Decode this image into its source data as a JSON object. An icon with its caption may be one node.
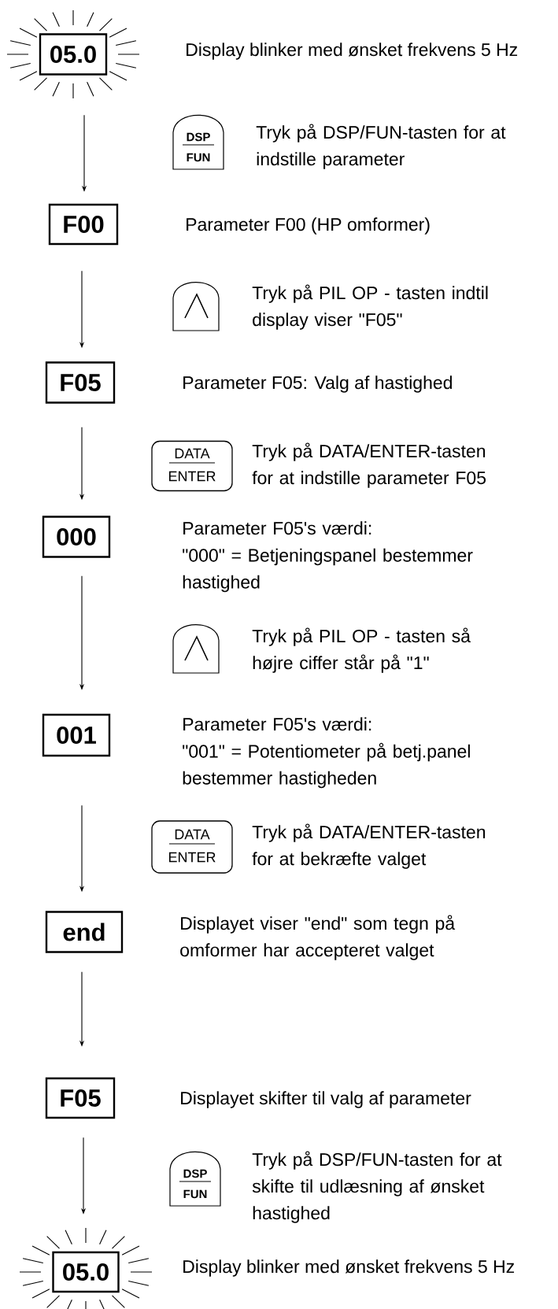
{
  "diagram": {
    "nodes": [
      {
        "text": [
          "05.0"
        ],
        "beside": [
          "Display blinker med ønsket frekvens 5 Hz"
        ]
      },
      {
        "text": [
          "DSP",
          "FUN"
        ],
        "beside": [
          "Tryk på DSP/FUN-tasten for at indstille parameter"
        ]
      },
      {
        "text": [
          "F00"
        ],
        "beside": [
          "Parameter F00 (HP omformer)"
        ]
      },
      {
        "text": [],
        "shape": "box",
        "beside": [
          "Tryk på PIL OP - tasten indtil display viser \"F05\""
        ]
      },
      {
        "text": [
          "F05"
        ],
        "beside": [
          "Parameter F05: Valg af hastighed"
        ]
      },
      {
        "text": [
          "DATA",
          "ENTER"
        ],
        "beside": [
          "Tryk på DATA/ENTER-tasten for at indstille parameter F05"
        ]
      },
      {
        "text": [
          "000"
        ],
        "beside": [
          "Parameter F05's værdi:",
          "\"000\" = Betjeningspanel bestemmer hastighed"
        ]
      },
      {
        "text": [],
        "shape": "box",
        "beside": [
          "Tryk på PIL OP - tasten så højre ciffer står på \"1\""
        ]
      },
      {
        "text": [
          "001"
        ],
        "beside": [
          "Parameter F05's værdi:",
          "\"001\" = Potentiometer på betj.panel bestemmer hastigheden"
        ]
      },
      {
        "text": [
          "DATA",
          "ENTER"
        ],
        "beside": [
          "Tryk på DATA/ENTER-tasten for at bekræfte valget"
        ]
      },
      {
        "text": [
          "end"
        ],
        "beside": [
          "Displayet viser \"end\" som tegn på omformer har accepteret valget"
        ]
      },
      {
        "text": [
          "F05"
        ],
        "beside": [
          "Displayet skifter til valg af parameter"
        ]
      },
      {
        "text": [
          "DSP",
          "FUN"
        ],
        "beside": [
          "Tryk på DSP/FUN-tasten for at skifte til udlæsning af ønsket hastighed"
        ]
      },
      {
        "text": [
          "05.0"
        ],
        "beside": [
          "Display blinker med ønsket frekvens 5 Hz"
        ]
      }
    ],
    "edges": [
      {
        "from": 0,
        "to": 2,
        "arrow": "to"
      },
      {
        "from": 2,
        "to": 4,
        "arrow": "to"
      },
      {
        "from": 4,
        "to": 6,
        "arrow": "to"
      },
      {
        "from": 6,
        "to": 8,
        "arrow": "to"
      },
      {
        "from": 8,
        "to": 10,
        "arrow": "to"
      },
      {
        "from": 10,
        "to": 11,
        "arrow": "to"
      },
      {
        "from": 11,
        "to": 13,
        "arrow": "to"
      }
    ]
  }
}
